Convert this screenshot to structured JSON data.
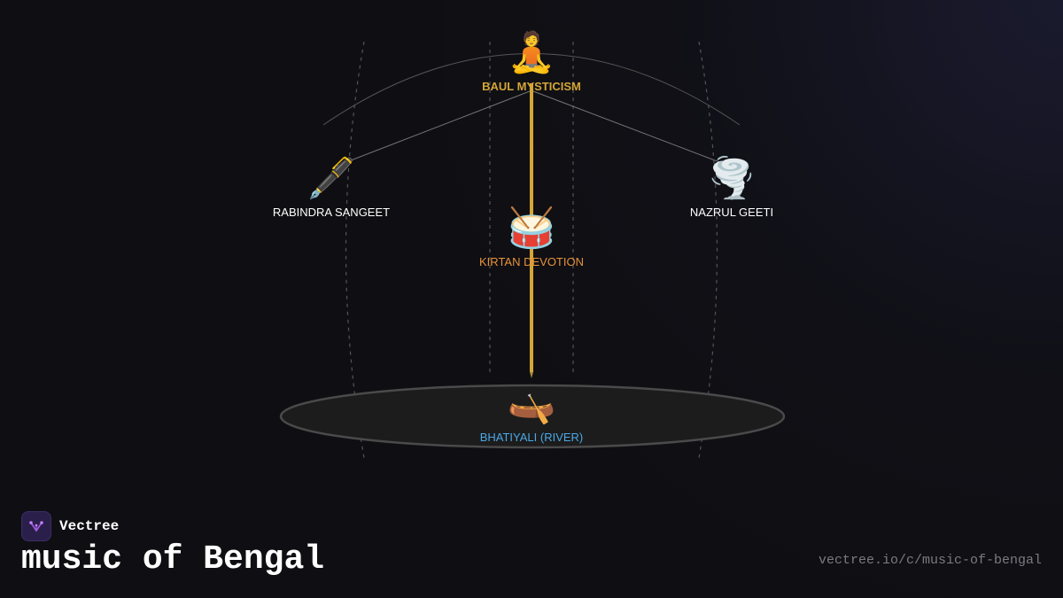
{
  "brand": {
    "name": "Vectree",
    "logo_icon": "vectree-logo-icon"
  },
  "title": "music of Bengal",
  "url": "vectree.io/c/music-of-bengal",
  "nodes": [
    {
      "id": "baul",
      "label": "BAUL MYSTICISM",
      "icon": "meditating-person-icon",
      "glyph": "🧘",
      "color": "#d4a537"
    },
    {
      "id": "rabindra",
      "label": "RABINDRA SANGEET",
      "icon": "fountain-pen-icon",
      "glyph": "🖋️",
      "color": "#ffffff"
    },
    {
      "id": "nazrul",
      "label": "NAZRUL GEETI",
      "icon": "tornado-icon",
      "glyph": "🌪️",
      "color": "#ffffff"
    },
    {
      "id": "kirtan",
      "label": "KIRTAN DEVOTION",
      "icon": "drum-icon",
      "glyph": "🥁",
      "color": "#e8913a"
    },
    {
      "id": "bhatiyali",
      "label": "BHATIYALI (RIVER)",
      "icon": "canoe-icon",
      "glyph": "🛶",
      "color": "#4aa8e8"
    }
  ],
  "colors": {
    "background": "#0f0f13",
    "axis": "#d4a537",
    "base": "#1c1c1c"
  }
}
